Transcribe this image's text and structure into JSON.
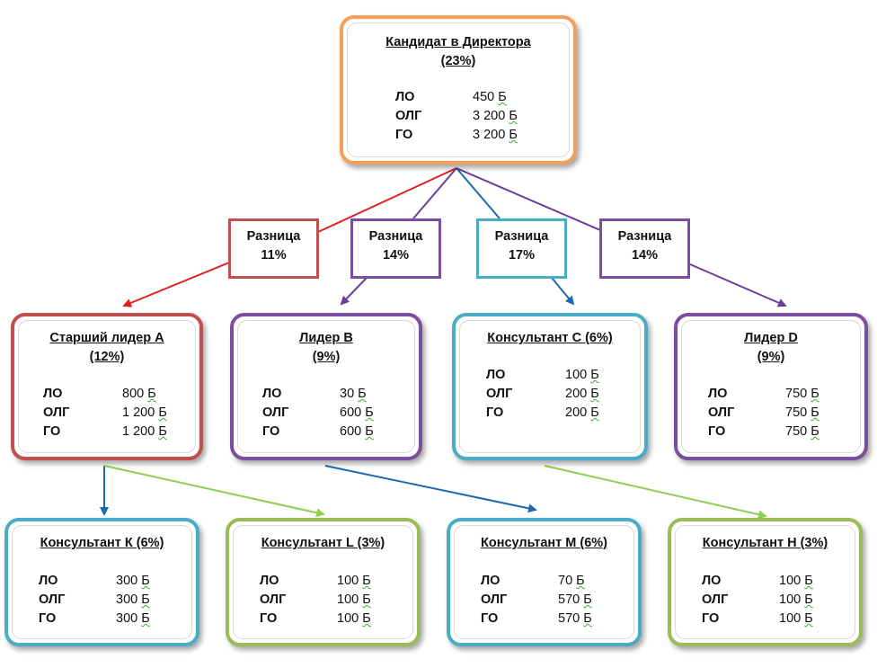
{
  "colors": {
    "orange": "#f5a05a",
    "red": "#c0504d",
    "purple": "#7a4f9f",
    "cyan": "#4bacc6",
    "green": "#9bbb59",
    "arrow_red": "#e02020",
    "arrow_purple": "#6a3d9a",
    "arrow_blue": "#1a6aaf",
    "arrow_green": "#8cd050"
  },
  "top": {
    "title": "Кандидат в Директора",
    "percent": "(23%)",
    "rows": [
      {
        "k": "ЛО",
        "num": "450",
        "unit": "Б"
      },
      {
        "k": "ОЛГ",
        "num": "3 200",
        "unit": "Б"
      },
      {
        "k": "ГО",
        "num": "3 200",
        "unit": "Б"
      }
    ]
  },
  "diffs": [
    {
      "label": "Разница",
      "value": "11%"
    },
    {
      "label": "Разница",
      "value": "14%"
    },
    {
      "label": "Разница",
      "value": "17%"
    },
    {
      "label": "Разница",
      "value": "14%"
    }
  ],
  "level2": [
    {
      "title": "Старший лидер А",
      "percent": "(12%)",
      "rows": [
        {
          "k": "ЛО",
          "num": "800",
          "unit": "Б"
        },
        {
          "k": "ОЛГ",
          "num": "1 200",
          "unit": "Б"
        },
        {
          "k": "ГО",
          "num": "1 200",
          "unit": "Б"
        }
      ]
    },
    {
      "title": "Лидер В",
      "percent": "(9%)",
      "rows": [
        {
          "k": "ЛО",
          "num": "30",
          "unit": "Б"
        },
        {
          "k": "ОЛГ",
          "num": "600",
          "unit": "Б"
        },
        {
          "k": "ГО",
          "num": "600",
          "unit": "Б"
        }
      ]
    },
    {
      "title": "Консультант С (6%)",
      "percent": "",
      "rows": [
        {
          "k": "ЛО",
          "num": "100",
          "unit": "Б"
        },
        {
          "k": "ОЛГ",
          "num": "200",
          "unit": "Б"
        },
        {
          "k": "ГО",
          "num": "200",
          "unit": "Б"
        }
      ]
    },
    {
      "title": "Лидер D",
      "percent": "(9%)",
      "rows": [
        {
          "k": "ЛО",
          "num": "750",
          "unit": "Б"
        },
        {
          "k": "ОЛГ",
          "num": "750",
          "unit": "Б"
        },
        {
          "k": "ГО",
          "num": "750",
          "unit": "Б"
        }
      ]
    }
  ],
  "level3": [
    {
      "title": "Консультант К (6%)",
      "rows": [
        {
          "k": "ЛО",
          "num": "300",
          "unit": "Б"
        },
        {
          "k": "ОЛГ",
          "num": "300",
          "unit": "Б"
        },
        {
          "k": "ГО",
          "num": "300",
          "unit": "Б"
        }
      ]
    },
    {
      "title": "Консультант L (3%)",
      "rows": [
        {
          "k": "ЛО",
          "num": "100",
          "unit": "Б"
        },
        {
          "k": "ОЛГ",
          "num": "100",
          "unit": "Б"
        },
        {
          "k": "ГО",
          "num": "100",
          "unit": "Б"
        }
      ]
    },
    {
      "title": "Консультант М (6%)",
      "rows": [
        {
          "k": "ЛО",
          "num": "70",
          "unit": "Б"
        },
        {
          "k": "ОЛГ",
          "num": "570",
          "unit": "Б"
        },
        {
          "k": "ГО",
          "num": "570",
          "unit": "Б"
        }
      ]
    },
    {
      "title": "Консультант Н (3%)",
      "rows": [
        {
          "k": "ЛО",
          "num": "100",
          "unit": "Б"
        },
        {
          "k": "ОЛГ",
          "num": "100",
          "unit": "Б"
        },
        {
          "k": "ГО",
          "num": "100",
          "unit": "Б"
        }
      ]
    }
  ]
}
